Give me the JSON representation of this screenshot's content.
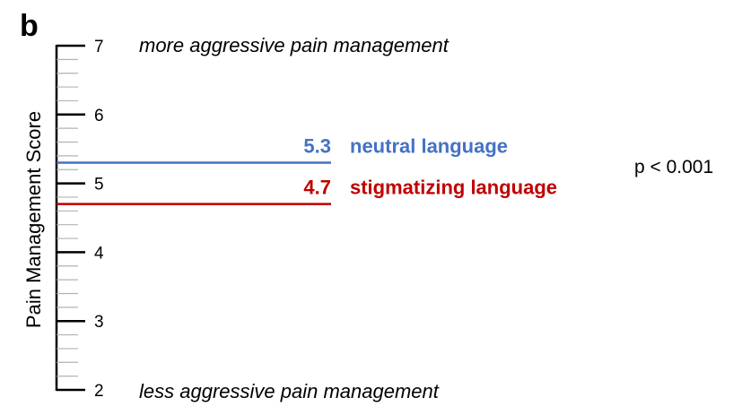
{
  "panel_label": "b",
  "chart_data": {
    "type": "line",
    "ylabel": "Pain Management Score",
    "ylim": [
      2,
      7
    ],
    "yticks": [
      "2",
      "3",
      "4",
      "5",
      "6",
      "7"
    ],
    "minor_ticks_per_major": 5,
    "top_annotation": "more aggressive pain management",
    "bottom_annotation": "less aggressive pain management",
    "series": [
      {
        "name": "neutral language",
        "value": 5.3,
        "value_label": "5.3",
        "color": "#4472c4"
      },
      {
        "name": "stigmatizing language",
        "value": 4.7,
        "value_label": "4.7",
        "color": "#c00000"
      }
    ],
    "significance": "p < 0.001"
  }
}
